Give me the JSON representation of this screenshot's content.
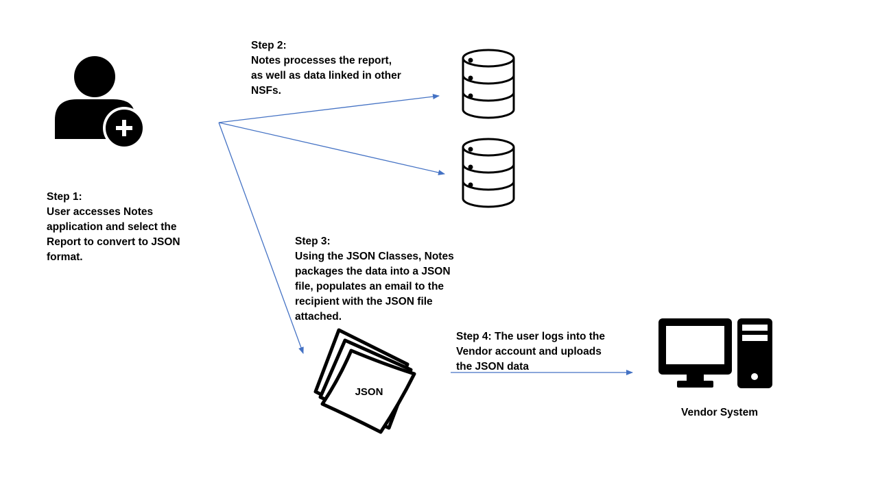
{
  "steps": {
    "step1": {
      "title": "Step 1:",
      "text": "User accesses Notes\napplication and select the\nReport to convert to JSON\nformat."
    },
    "step2": {
      "title": "Step 2:",
      "text": "Notes processes the report,\nas well as data linked in other\nNSFs."
    },
    "step3": {
      "title": "Step 3:",
      "text": "Using the JSON Classes, Notes\npackages the data into a  JSON\nfile, populates an email to the\nrecipient with the JSON file\nattached."
    },
    "step4": {
      "text": "Step 4:  The user logs into the\nVendor account and uploads\nthe JSON data"
    }
  },
  "nodes": {
    "json_file_label": "JSON",
    "vendor_system_label": "Vendor System"
  },
  "icons": {
    "user": "add-user-icon",
    "database_top": "database-icon",
    "database_bottom": "database-icon",
    "json_files": "document-stack-icon",
    "computer": "desktop-computer-icon"
  },
  "colors": {
    "arrow": "#4472C4",
    "icon": "#000000"
  }
}
